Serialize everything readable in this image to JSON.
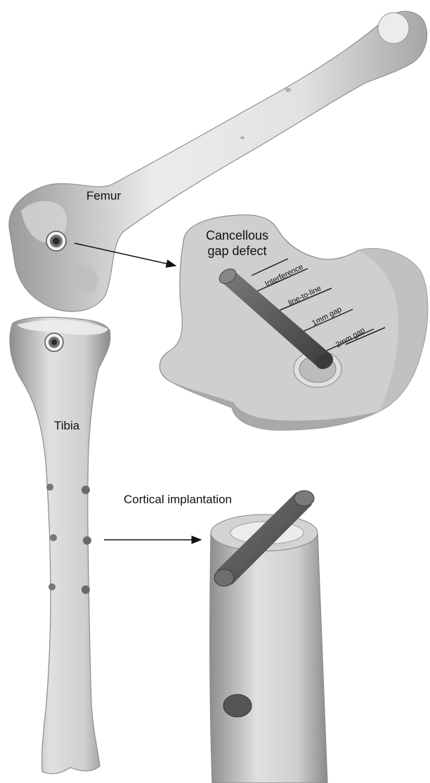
{
  "labels": {
    "femur": "Femur",
    "tibia": "Tibia",
    "cancellous_title_line1": "Cancellous",
    "cancellous_title_line2": "gap defect",
    "cortical": "Cortical implantation"
  },
  "gap_conditions": [
    "Interference",
    "line-to-line",
    "1mm gap",
    "2mm gap"
  ],
  "colors": {
    "bone": "#e4e4e4",
    "bone_shadow": "#9c9c9c",
    "section_face": "#cfcfcf",
    "implant": "#5a5a5a",
    "arrow": "#111111"
  }
}
